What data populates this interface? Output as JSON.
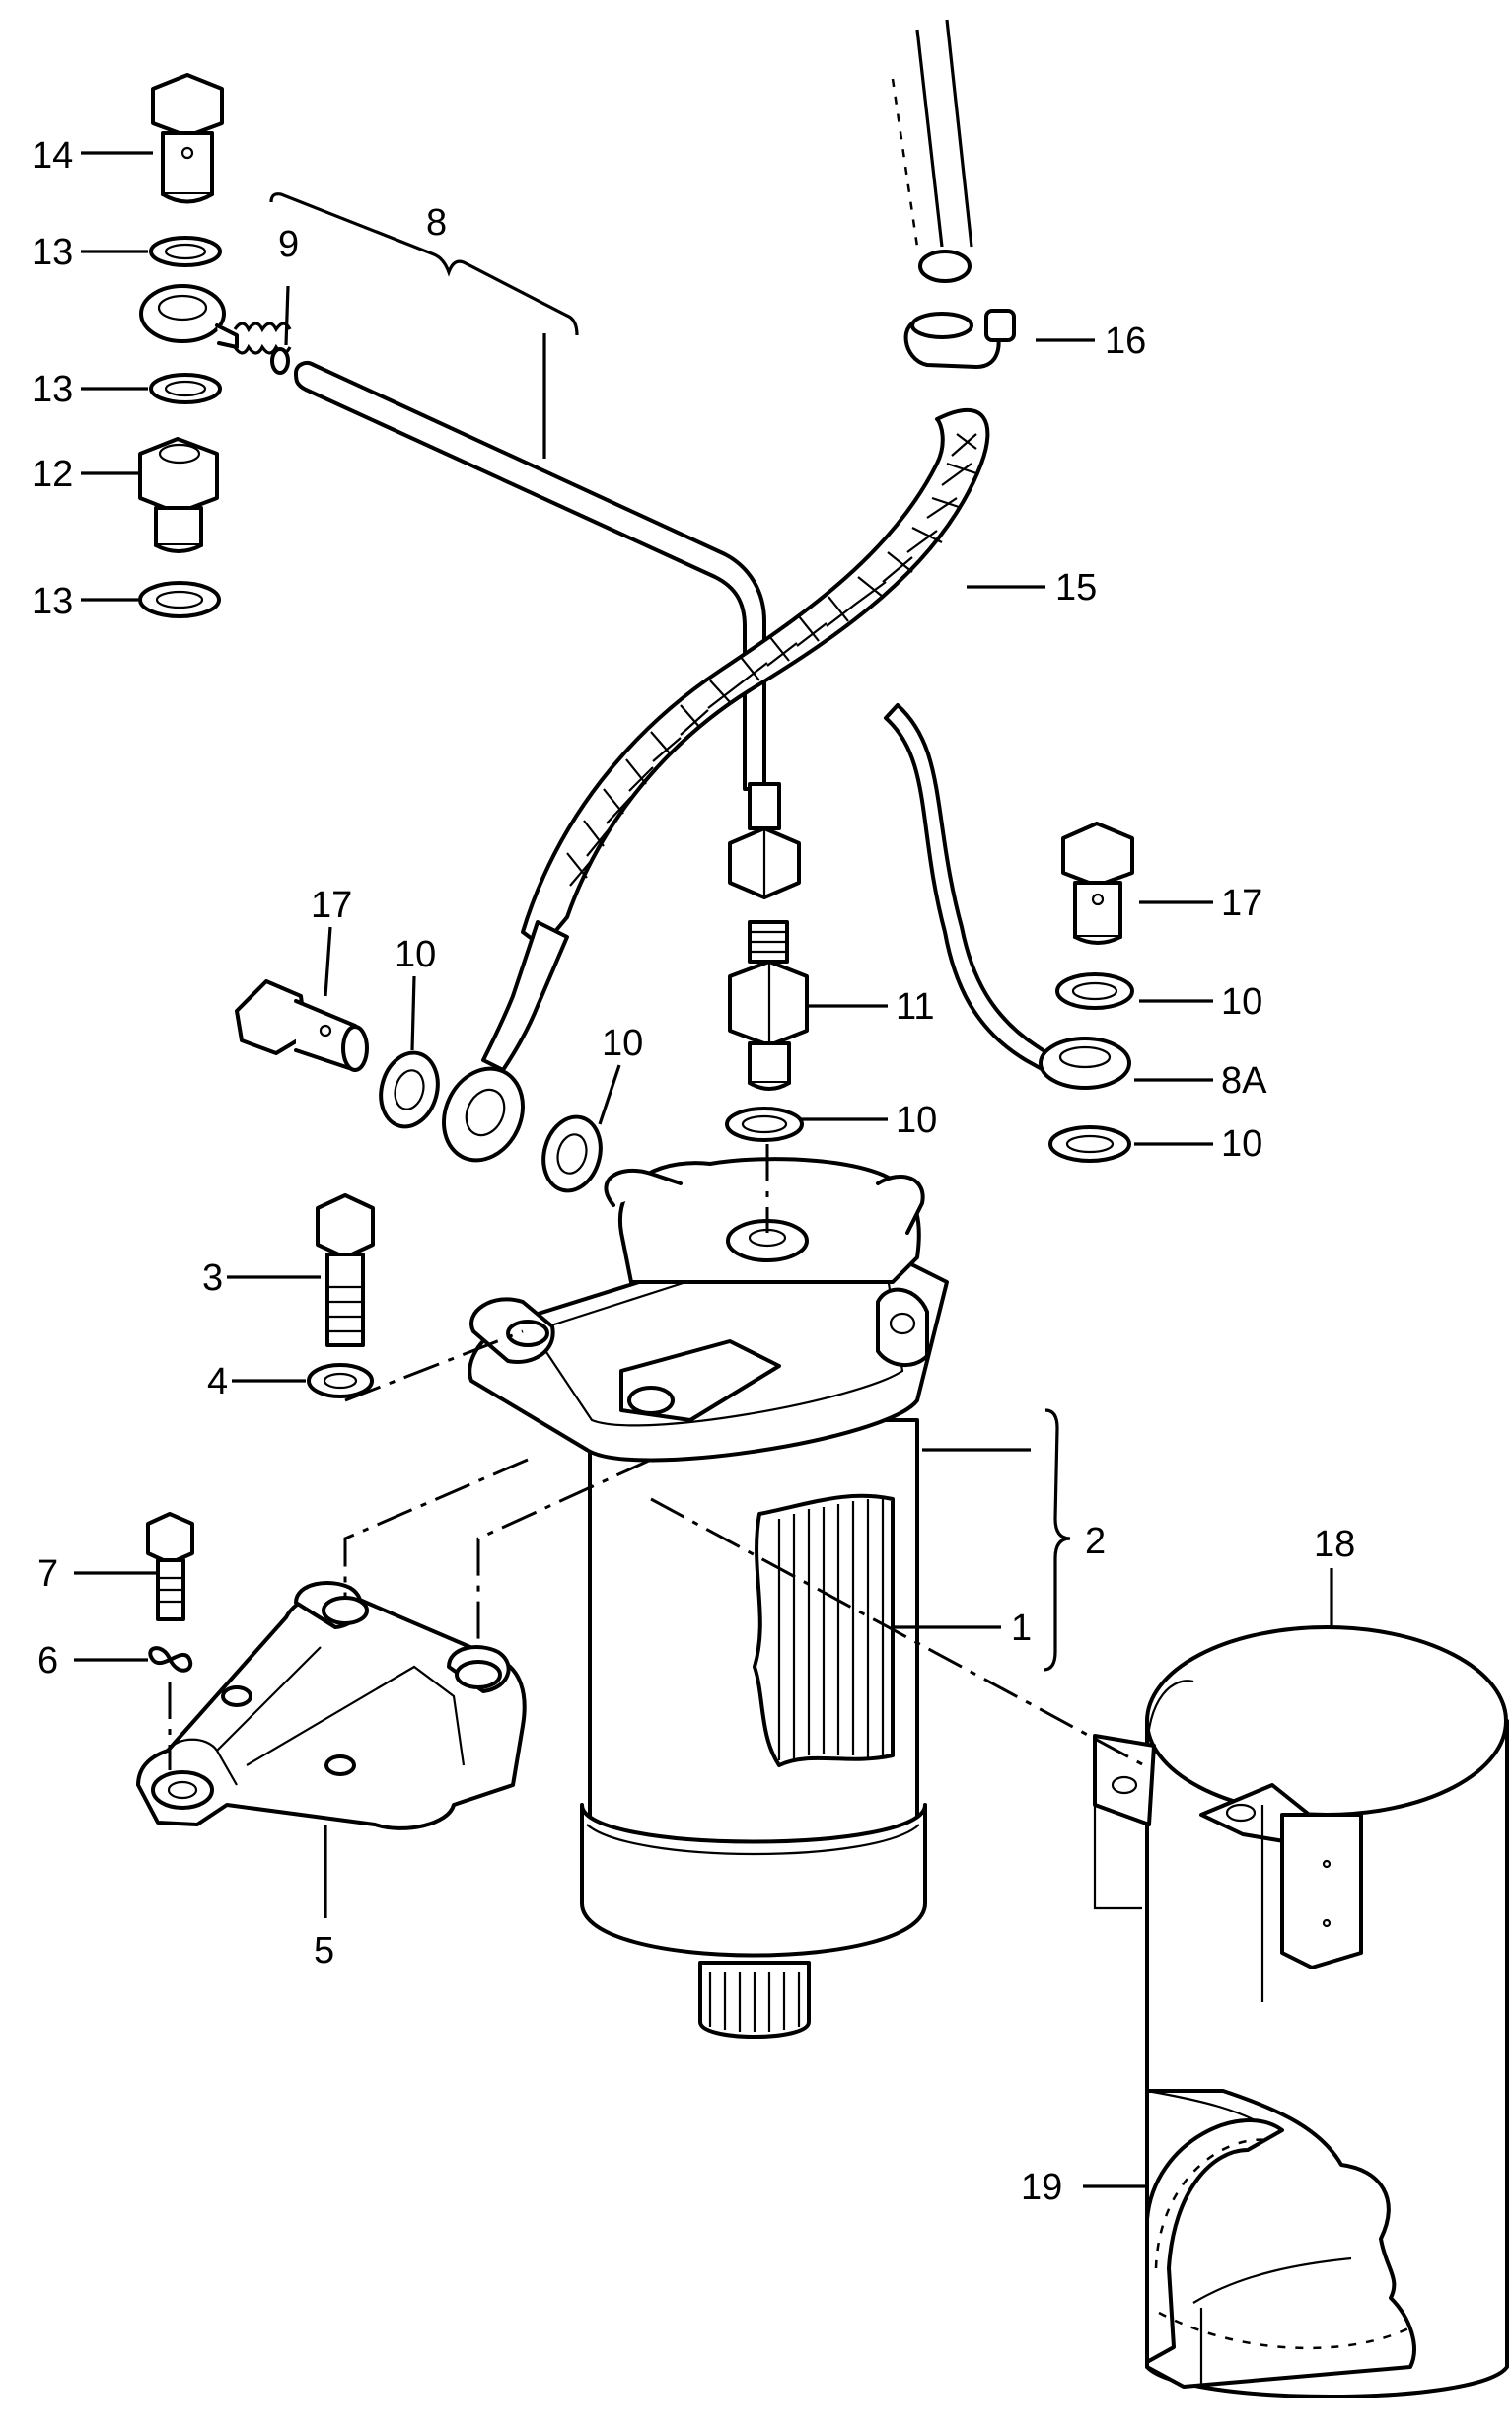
{
  "labels": {
    "l1": "1",
    "l2": "2",
    "l3": "3",
    "l4": "4",
    "l5": "5",
    "l6": "6",
    "l7": "7",
    "l8": "8",
    "l8a": "8A",
    "l9": "9",
    "l10a": "10",
    "l10b": "10",
    "l10c": "10",
    "l10d": "10",
    "l10e": "10",
    "l11": "11",
    "l12": "12",
    "l13a": "13",
    "l13b": "13",
    "l13c": "13",
    "l14": "14",
    "l15": "15",
    "l16": "16",
    "l17a": "17",
    "l17b": "17",
    "l18": "18",
    "l19": "19"
  }
}
